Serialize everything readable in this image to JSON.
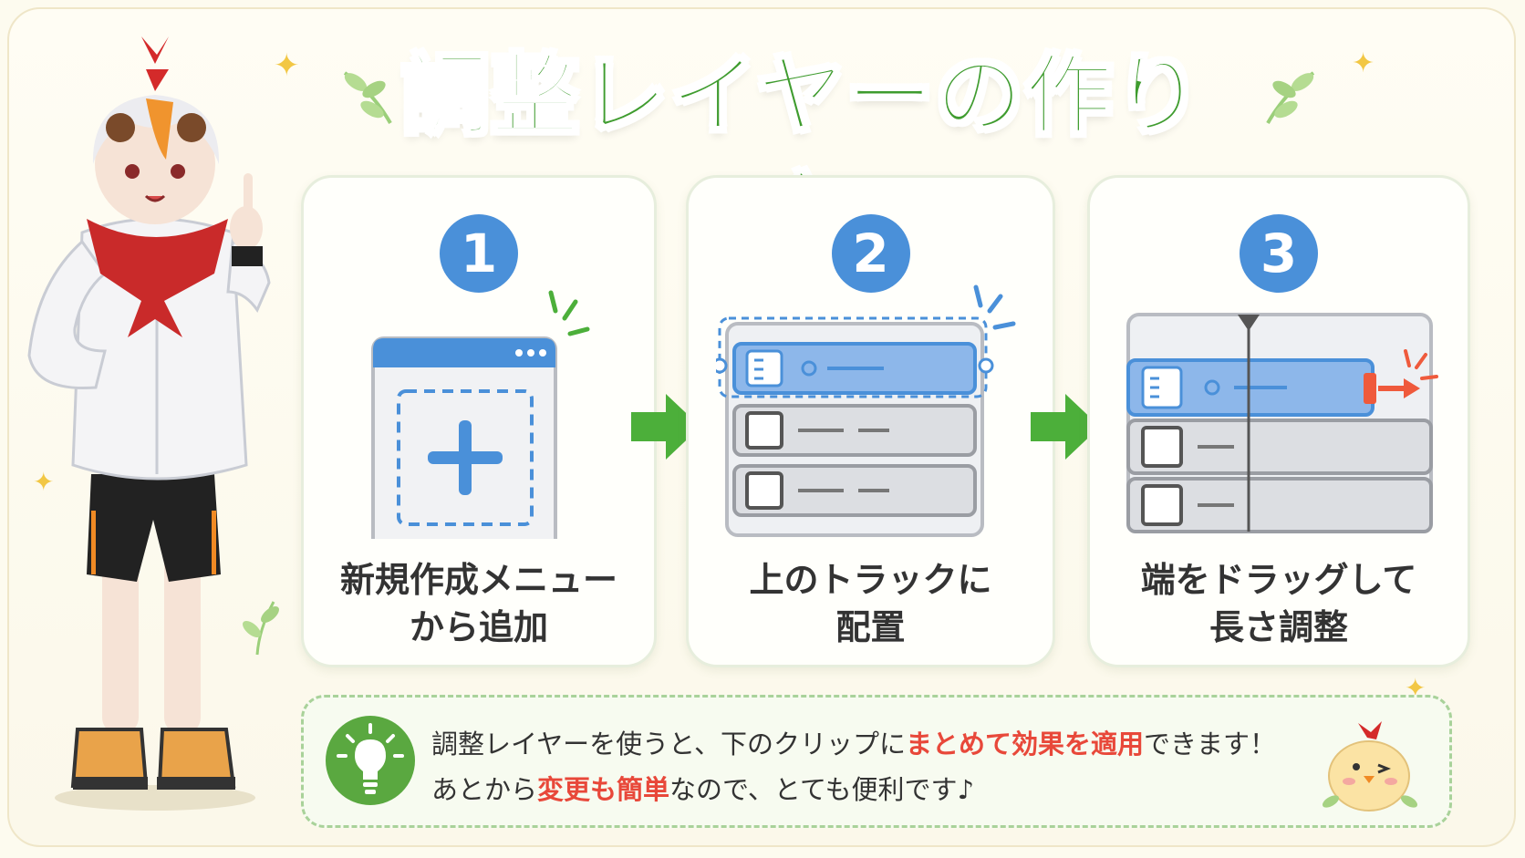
{
  "title": "調整レイヤーの作り方",
  "steps": [
    {
      "number": "1",
      "caption_line1": "新規作成メニュー",
      "caption_line2": "から追加",
      "icon": "new-window-plus-icon"
    },
    {
      "number": "2",
      "caption_line1": "上のトラックに",
      "caption_line2": "配置",
      "icon": "track-placement-icon"
    },
    {
      "number": "3",
      "caption_line1": "端をドラッグして",
      "caption_line2": "長さ調整",
      "icon": "drag-edge-icon"
    }
  ],
  "tip": {
    "line1_pre": "調整レイヤーを使うと、下のクリップに",
    "line1_highlight": "まとめて効果を適用",
    "line1_post": "できます！",
    "line2_pre": "あとから",
    "line2_highlight": "変更も簡単",
    "line2_post": "なので、とても便利です♪",
    "icon": "lightbulb-icon"
  },
  "colors": {
    "title_green": "#3f9c2f",
    "step_blue": "#4a90d9",
    "arrow_green": "#4caf3a",
    "highlight_red": "#e8483a",
    "drag_arrow": "#ef5a3c"
  }
}
